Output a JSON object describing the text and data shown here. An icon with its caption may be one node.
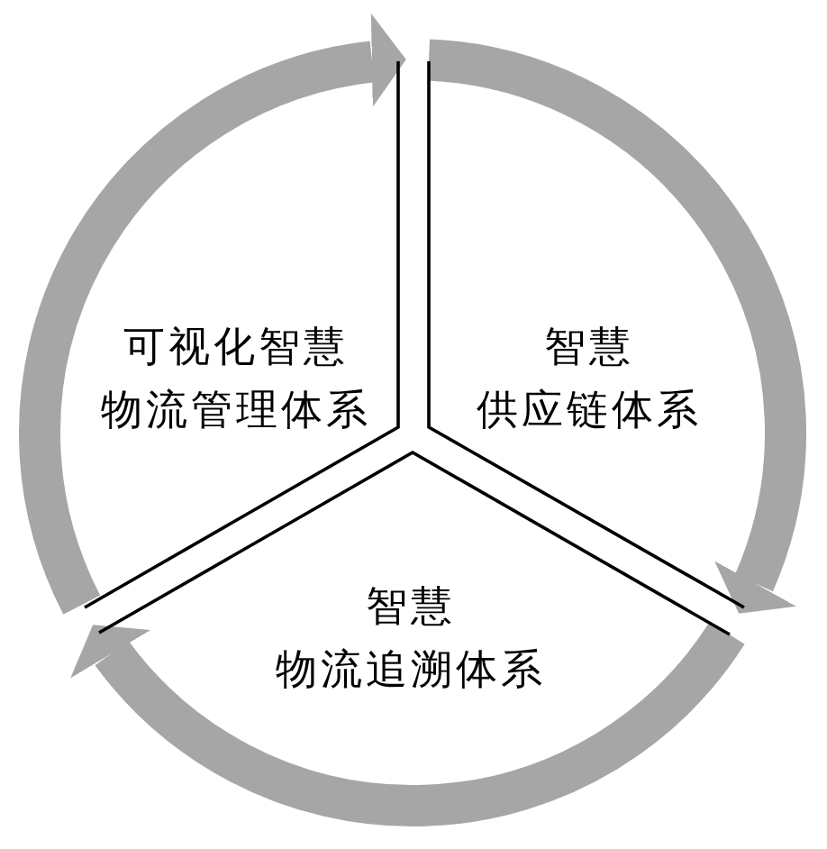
{
  "diagram": {
    "nodes": [
      {
        "text": [
          "可视化智慧物流管理体系"
        ]
      },
      {
        "text": [
          "智慧供应链体系"
        ]
      },
      {
        "text": [
          "智慧物流追溯体系"
        ]
      }
    ],
    "edges": [
      {
        "from": 0,
        "to": 1,
        "arrow": "to"
      },
      {
        "from": 1,
        "to": 2,
        "arrow": "to"
      },
      {
        "from": 2,
        "to": 0,
        "arrow": "to"
      }
    ]
  }
}
